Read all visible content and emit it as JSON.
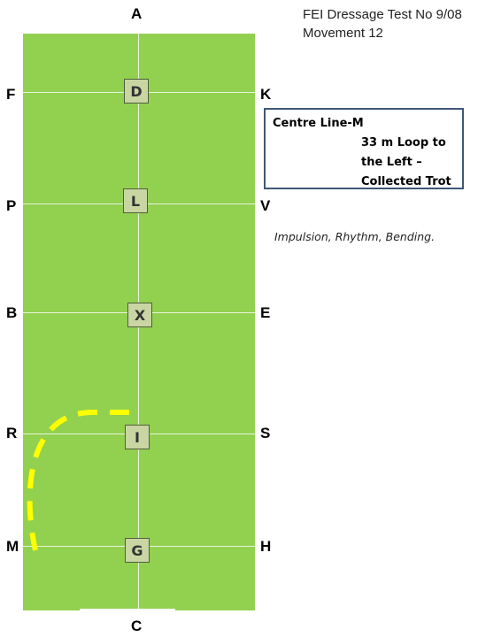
{
  "title": {
    "line1": "FEI Dressage Test No 9/08",
    "line2": "Movement 12"
  },
  "arena_letters": {
    "top": "A",
    "bottom": "C",
    "left": [
      "F",
      "P",
      "B",
      "R",
      "M"
    ],
    "right": [
      "K",
      "V",
      "E",
      "S",
      "H"
    ],
    "centre": [
      "D",
      "L",
      "X",
      "I",
      "G"
    ]
  },
  "movement": {
    "heading": "Centre Line-M",
    "lines": [
      "33 m Loop to",
      "the Left –",
      "Collected  Trot"
    ]
  },
  "comment": "Impulsion, Rhythm, Bending.",
  "colors": {
    "arena": "#92d050",
    "path": "#ffff00",
    "box_border": "#3e5876"
  }
}
